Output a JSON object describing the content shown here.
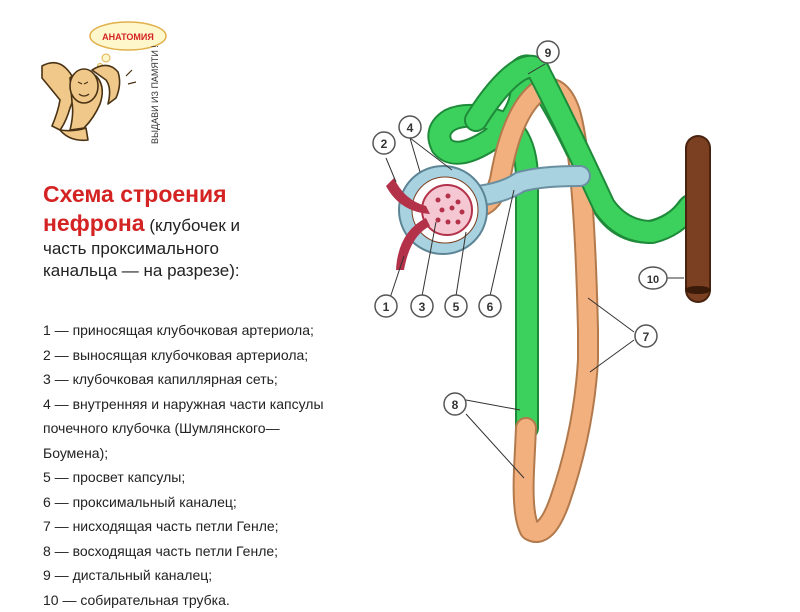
{
  "mascot": {
    "bubble_text": "АНАТОМИЯ",
    "side_text": "ВЫДАВИ ИЗ ПАМЯТИ !"
  },
  "title": {
    "line1": "Схема строения",
    "line2": "нефрона",
    "rest1": " (клубочек и",
    "rest2": "часть проксимального",
    "rest3": "канальца — на разрезе):"
  },
  "legend": [
    "1 — приносящая клубочковая артериола;",
    "2 — выносящая клубочковая артериола;",
    "3 — клубочковая капиллярная сеть;",
    "4 — внутренняя и наружная части капсулы",
    "почечного клубочка (Шумлянского—",
    "Боумена);",
    "5 — просвет капсулы;",
    "6 — проксимальный каналец;",
    "7 — нисходящая часть петли Генле;",
    "8 — восходящая часть петли Генле;",
    "9 — дистальный каналец;",
    "10 — собирательная трубка."
  ],
  "diagram": {
    "labels": [
      "1",
      "2",
      "3",
      "4",
      "5",
      "6",
      "7",
      "8",
      "9",
      "10"
    ],
    "colors": {
      "distal_green": "#3bd15c",
      "descending_tan": "#f2b07f",
      "collecting_brown": "#7b3f22",
      "arteriole_red": "#b3324a",
      "capsule_blue": "#a8d2df",
      "glomerulus_pink": "#f5c7d2"
    }
  }
}
